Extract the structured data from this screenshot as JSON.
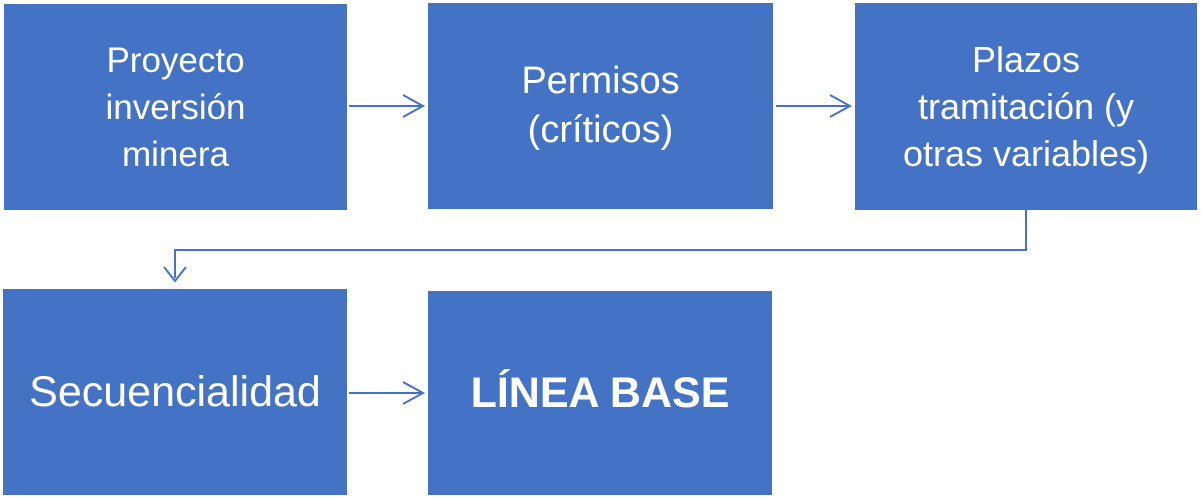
{
  "diagram": {
    "boxes": [
      {
        "id": "proyecto-inversion-minera",
        "lines": [
          "Proyecto",
          "inversión",
          "minera"
        ],
        "emphasis": "normal"
      },
      {
        "id": "permisos-criticos",
        "lines": [
          "Permisos",
          "(críticos)"
        ],
        "emphasis": "normal"
      },
      {
        "id": "plazos-tramitacion",
        "lines": [
          "Plazos",
          "tramitación (y",
          "otras variables)"
        ],
        "emphasis": "normal"
      },
      {
        "id": "secuencialidad",
        "lines": [
          "Secuencialidad"
        ],
        "emphasis": "normal"
      },
      {
        "id": "linea-base",
        "lines": [
          "LÍNEA BASE"
        ],
        "emphasis": "bold"
      }
    ],
    "connectors": [
      {
        "from": "proyecto-inversion-minera",
        "to": "permisos-criticos",
        "type": "straight-right-open-arrow"
      },
      {
        "from": "permisos-criticos",
        "to": "plazos-tramitacion",
        "type": "straight-right-open-arrow"
      },
      {
        "from": "plazos-tramitacion",
        "to": "secuencialidad",
        "type": "elbow-down-left-down-open-arrow"
      },
      {
        "from": "secuencialidad",
        "to": "linea-base",
        "type": "straight-right-open-arrow"
      }
    ],
    "colors": {
      "box_fill": "#4472C4",
      "text_color": "#FFFFFF",
      "connector": "#4472C4",
      "background": "#FFFFFF"
    }
  }
}
